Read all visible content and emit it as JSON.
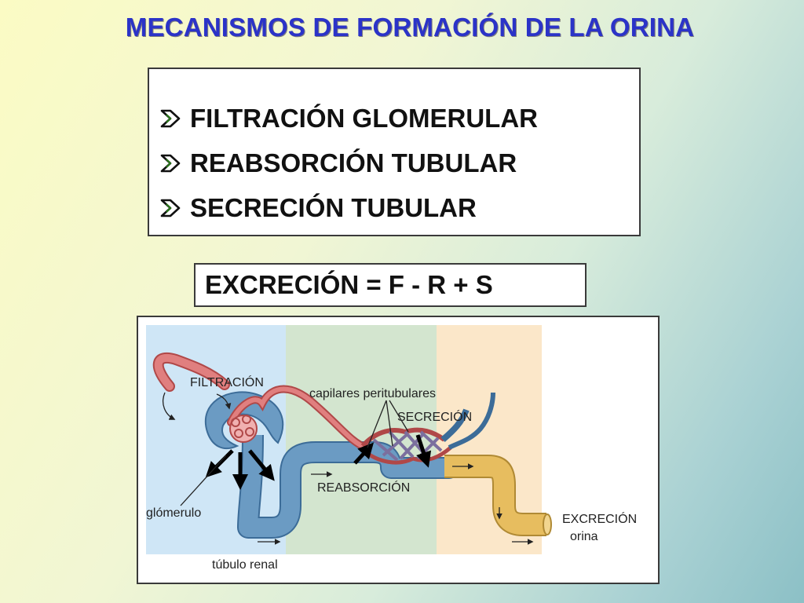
{
  "slide": {
    "title": "MECANISMOS DE FORMACIÓN DE LA ORINA",
    "bullets": [
      {
        "label": "FILTRACIÓN GLOMERULAR"
      },
      {
        "label": "REABSORCIÓN TUBULAR"
      },
      {
        "label": "SECRECIÓN TUBULAR"
      }
    ],
    "formula": "EXCRECIÓN = F - R + S",
    "bullet_icon": "arrow-bullet-icon"
  },
  "diagram": {
    "labels": {
      "filtracion": "FILTRACIÓN",
      "capilares": "capilares peritubulares",
      "secrecion": "SECRECIÓN",
      "reabsorcion": "REABSORCIÓN",
      "glomerulo": "glómerulo",
      "tubulo": "túbulo renal",
      "excrecion": "EXCRECIÓN",
      "orina": "orina"
    },
    "colors": {
      "zone_filtration": "#cfe6f6",
      "zone_reabsorption": "#d3e5cf",
      "zone_secretion": "#fbe7c9",
      "artery": "#e07f7f",
      "tubule": "#6b9bc3",
      "urine": "#e7bd5f"
    }
  }
}
